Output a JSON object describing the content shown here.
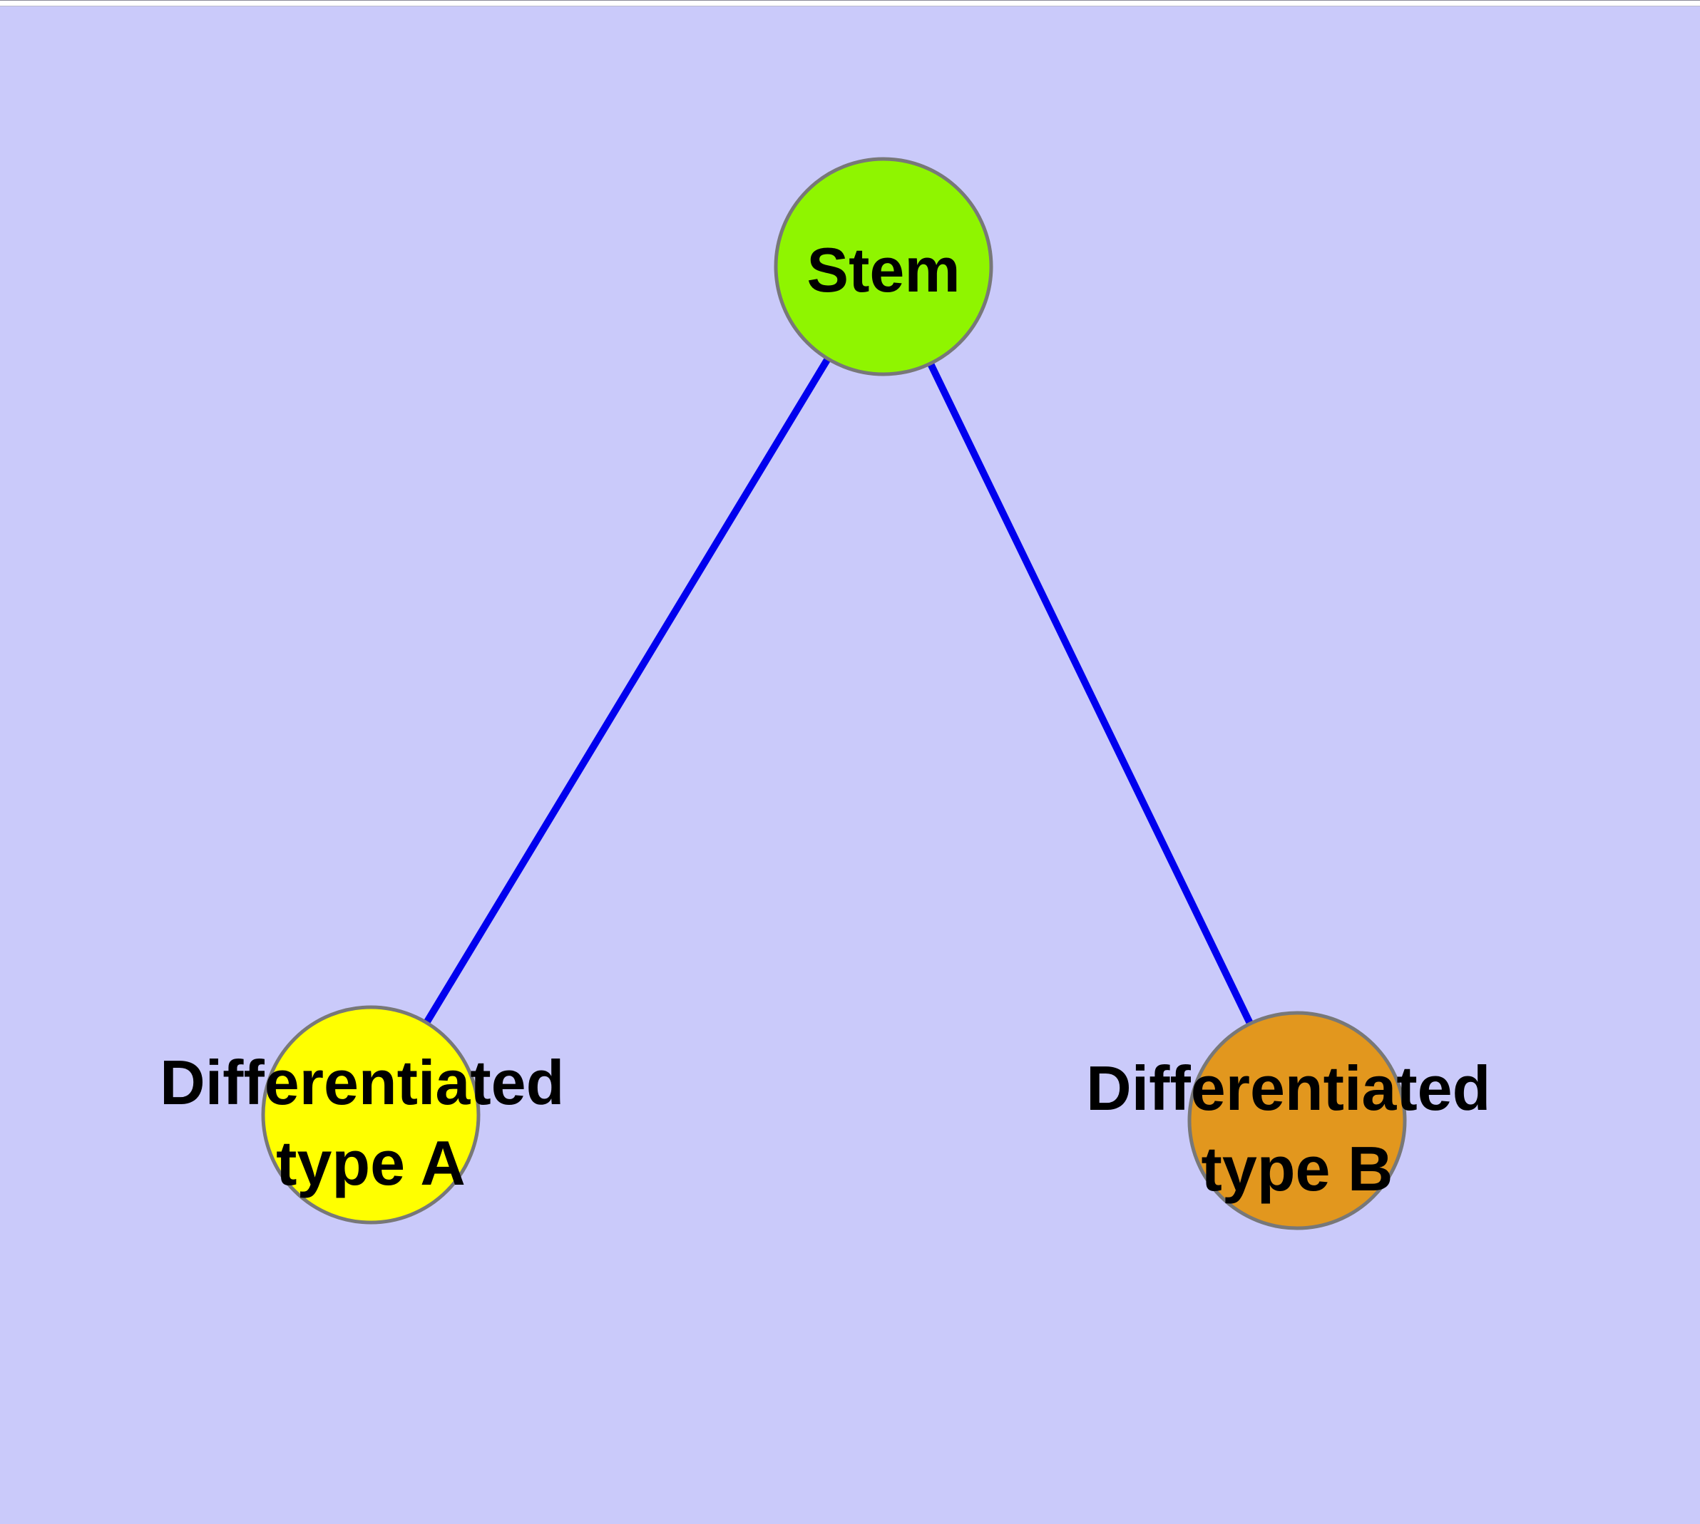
{
  "diagram": {
    "type": "graph",
    "colors": {
      "background": "#CACAFA",
      "edge": "#0000EE",
      "node_border": "#787878",
      "label": "#000000",
      "top_strip": "#FFFFFF"
    },
    "nodes": {
      "stem": {
        "label": "Stem",
        "fill": "#8FF500"
      },
      "type_a": {
        "label": "Differentiated type A",
        "line1": "Differentiated",
        "line2": "type A",
        "fill": "#FFFF00"
      },
      "type_b": {
        "label": "Differentiated type B",
        "line1": "Differentiated",
        "line2": "type B",
        "fill": "#E2971E"
      }
    },
    "edges": [
      {
        "from": "Stem",
        "to": "Differentiated type A"
      },
      {
        "from": "Stem",
        "to": "Differentiated type B"
      }
    ]
  }
}
